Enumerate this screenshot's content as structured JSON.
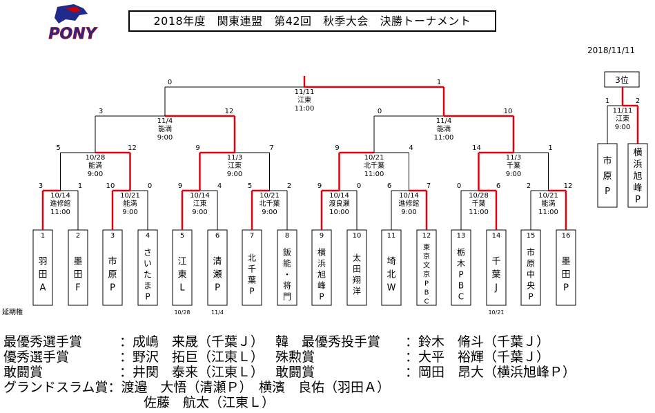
{
  "header": {
    "title": "2018年度　関東連盟　第42回　秋季大会　決勝トーナメント",
    "date": "2018/11/11",
    "logo_text": "PONY"
  },
  "teams": [
    {
      "seed": "1",
      "name": "羽田A"
    },
    {
      "seed": "2",
      "name": "墨田F"
    },
    {
      "seed": "3",
      "name": "市原P"
    },
    {
      "seed": "4",
      "name": "さいたまP"
    },
    {
      "seed": "5",
      "name": "江東L"
    },
    {
      "seed": "6",
      "name": "清瀬P"
    },
    {
      "seed": "7",
      "name": "北千葉P"
    },
    {
      "seed": "8",
      "name": "飯能・将門"
    },
    {
      "seed": "9",
      "name": "横浜旭峰P"
    },
    {
      "seed": "10",
      "name": "太田翔洋"
    },
    {
      "seed": "11",
      "name": "埼北W"
    },
    {
      "seed": "12",
      "name": "東京文京PBC"
    },
    {
      "seed": "13",
      "name": "栃木PBC"
    },
    {
      "seed": "14",
      "name": "千葉J"
    },
    {
      "seed": "15",
      "name": "市原中央P"
    },
    {
      "seed": "16",
      "name": "墨田P"
    }
  ],
  "round1": [
    {
      "date": "10/14",
      "venue": "進修館",
      "time": "11:00",
      "score_left": "3",
      "score_right": "1",
      "winner": "left"
    },
    {
      "date": "10/21",
      "venue": "能満",
      "time": "9:00",
      "score_left": "10",
      "score_right": "0",
      "winner": "left"
    },
    {
      "date": "10/14",
      "venue": "江東",
      "time": "9:00",
      "score_left": "9",
      "score_right": "4",
      "winner": "left"
    },
    {
      "date": "10/21",
      "venue": "北千葉",
      "time": "9:00",
      "score_left": "5",
      "score_right": "2",
      "winner": "left"
    },
    {
      "date": "10/14",
      "venue": "渡良瀬",
      "time": "10:00",
      "score_left": "9",
      "score_right": "0",
      "winner": "left"
    },
    {
      "date": "10/14",
      "venue": "進修館",
      "time": "9:00",
      "score_left": "6",
      "score_right": "7",
      "winner": "right"
    },
    {
      "date": "10/28",
      "venue": "千葉",
      "time": "11:00",
      "score_left": "0",
      "score_right": "6",
      "winner": "right"
    },
    {
      "date": "10/21",
      "venue": "能満",
      "time": "11:00",
      "score_left": "2",
      "score_right": "12",
      "winner": "right"
    }
  ],
  "round2": [
    {
      "date": "10/28",
      "venue": "能満",
      "time": "9:00",
      "score_left": "5",
      "score_right": "12",
      "winner": "right"
    },
    {
      "date": "11/3",
      "venue": "江東",
      "time": "9:00",
      "score_left": "9",
      "score_right": "7",
      "winner": "left"
    },
    {
      "date": "10/21",
      "venue": "北千葉",
      "time": "11:00",
      "score_left": "9",
      "score_right": "4",
      "winner": "left"
    },
    {
      "date": "11/3",
      "venue": "千葉",
      "time": "9:00",
      "score_left": "14",
      "score_right": "1",
      "winner": "left"
    }
  ],
  "round3": [
    {
      "date": "11/4",
      "venue": "能満",
      "time": "9:00",
      "score_left": "3",
      "score_right": "12",
      "winner": "right"
    },
    {
      "date": "11/4",
      "venue": "能満",
      "time": "11:00",
      "score_left": "0",
      "score_right": "10",
      "winner": "right"
    }
  ],
  "final": {
    "date": "11/11",
    "venue": "江東",
    "time": "11:00",
    "score_left": "0",
    "score_right": "1",
    "winner": "right"
  },
  "third_place": {
    "label": "3位",
    "date": "11/11",
    "venue": "江東",
    "time": "9:00",
    "score_left": "1",
    "score_right": "2",
    "winner": "right",
    "team_left": "市原P",
    "team_right": "横浜旭峰P"
  },
  "extension": {
    "label": "延期権",
    "notes": [
      {
        "team_index": 4,
        "text": "10/28"
      },
      {
        "team_index": 5,
        "text": "11/4"
      },
      {
        "team_index": 13,
        "text": "10/21"
      }
    ]
  },
  "awards": {
    "rows": [
      {
        "a_label": "最優秀選手賞",
        "a_winner": "成嶋　来晟（千葉Ｊ）",
        "b_label": "韓　最優秀投手賞",
        "b_winner": "鈴木　脩斗（千葉Ｊ）"
      },
      {
        "a_label": "優秀選手賞",
        "a_winner": "野沢　拓巨（江東Ｌ）",
        "b_label": "殊勲賞",
        "b_winner": "大平　裕輝（千葉Ｊ）"
      },
      {
        "a_label": "敢闘賞",
        "a_winner": "井関　泰来（江東Ｌ）",
        "b_label": "敢闘賞",
        "b_winner": "岡田　昂大（横浜旭峰Ｐ）"
      }
    ],
    "grand_slam_label": "グランドスラム賞",
    "grand_slam_winners": [
      "渡邉　大悟（清瀬Ｐ）　横濱　良佑（羽田Ａ）",
      "佐藤　航太（江東Ｌ）"
    ]
  },
  "colors": {
    "winner": "#e2000f",
    "line": "#000000",
    "logo": "#1f2a8a"
  }
}
